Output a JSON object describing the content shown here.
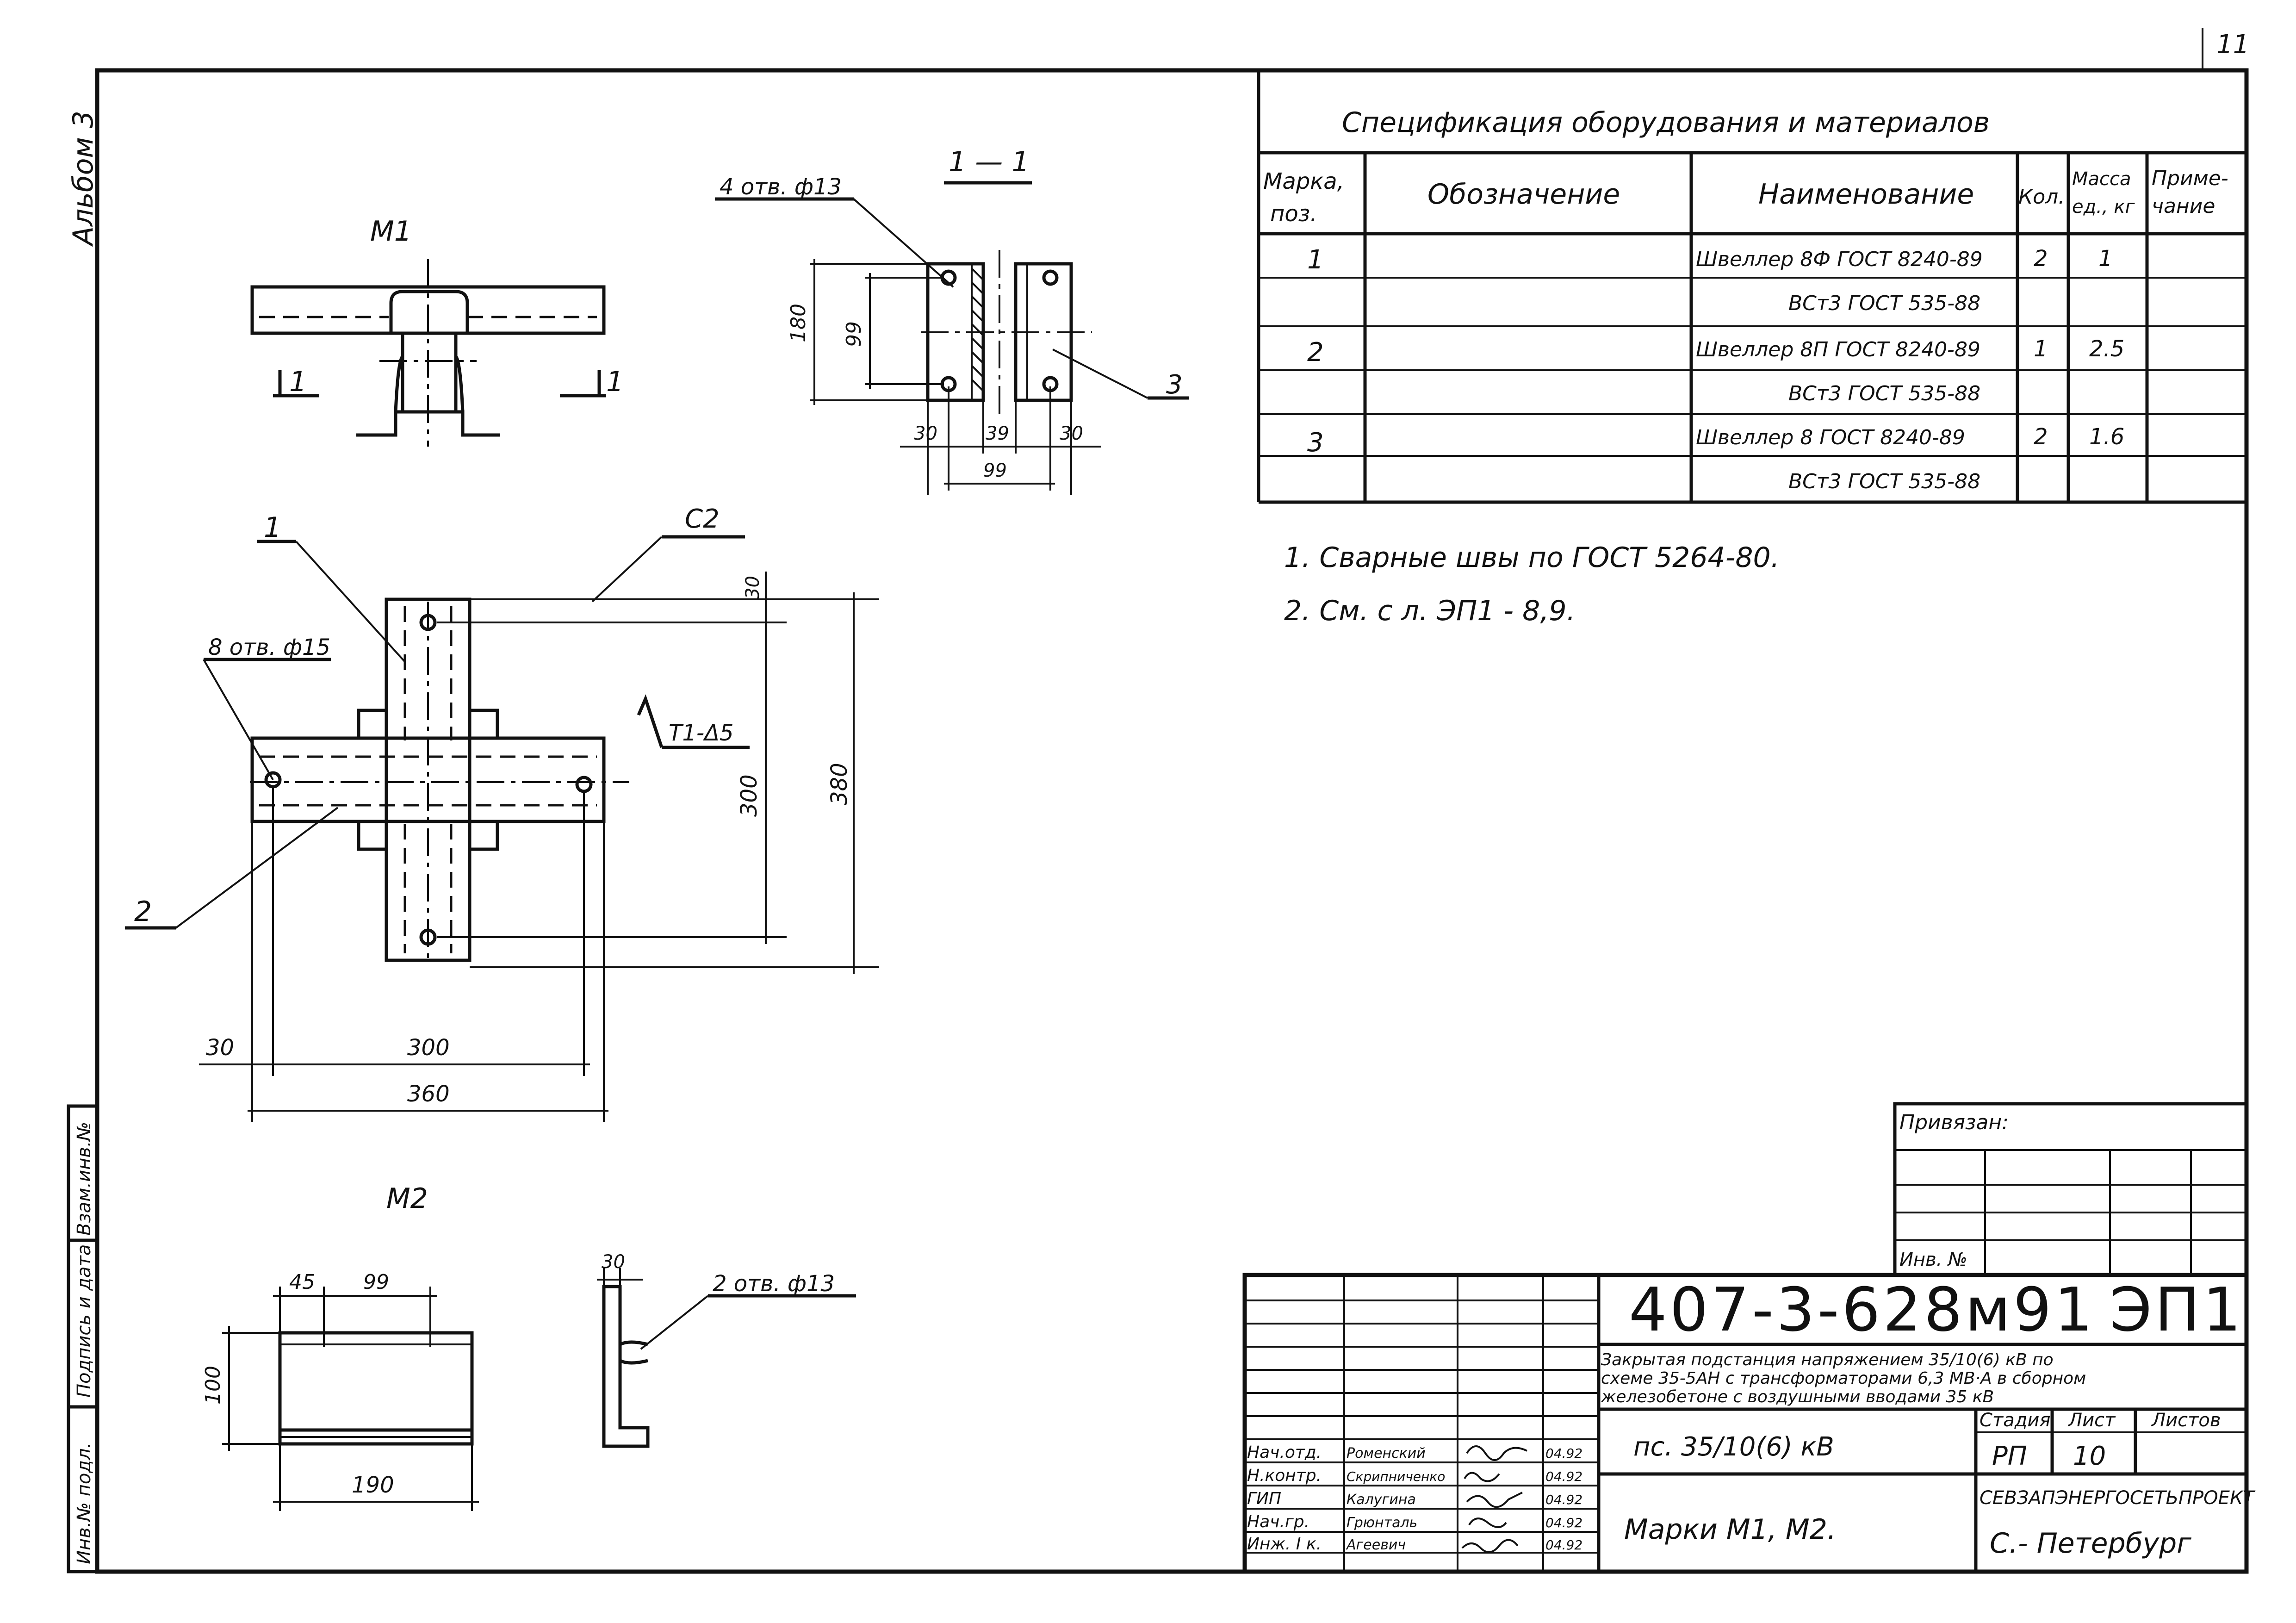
{
  "page_number": "11",
  "album_label": "Альбом 3",
  "side_stamp": [
    "Инв.№ подл.",
    "Подпись и дата",
    "Взам.инв.№"
  ],
  "spec": {
    "title": "Спецификация оборудования и материалов",
    "headers": {
      "mark_1": "Марка,",
      "mark_2": "поз.",
      "designation": "Обозначение",
      "name": "Наименование",
      "qty": "Кол.",
      "mass_1": "Масса",
      "mass_2": "ед., кг",
      "note_1": "Приме-",
      "note_2": "чание"
    },
    "rows": [
      {
        "mark": "1",
        "name": "Швеллер 8Ф ГОСТ 8240-89",
        "qty": "2",
        "mass": "1"
      },
      {
        "mark": "",
        "name": "ВСт3 ГОСТ 535-88",
        "qty": "",
        "mass": ""
      },
      {
        "mark": "2",
        "name": "Швеллер 8П ГОСТ 8240-89",
        "qty": "1",
        "mass": "2.5"
      },
      {
        "mark": "",
        "name": "ВСт3 ГОСТ 535-88",
        "qty": "",
        "mass": ""
      },
      {
        "mark": "3",
        "name": "Швеллер 8 ГОСТ 8240-89",
        "qty": "2",
        "mass": "1.6"
      },
      {
        "mark": "",
        "name": "ВСт3 ГОСТ 535-88",
        "qty": "",
        "mass": ""
      }
    ]
  },
  "notes": [
    "1. Сварные швы по ГОСТ 5264-80.",
    "2. См. с л. ЭП1 - 8,9."
  ],
  "drawing": {
    "m1_title": "М1",
    "section_label": "1 — 1",
    "section_mark": "1",
    "m2_title": "М2",
    "holes_4": "4 отв. ф13",
    "holes_8": "8 отв. ф15",
    "holes_2": "2 отв. ф13",
    "weld_c2": "С2",
    "weld_t1": "Т1-Δ5",
    "pos_1": "1",
    "pos_2": "2",
    "pos_3": "3",
    "dims": {
      "d180": "180",
      "d99a": "99",
      "d30a": "30",
      "d39": "39",
      "d30b": "30",
      "d99b": "99",
      "d30c": "30",
      "d300v": "300",
      "d380": "380",
      "d30h": "30",
      "d300h": "300",
      "d360": "360",
      "d45": "45",
      "d99c": "99",
      "d100": "100",
      "d190": "190",
      "d30d": "30"
    }
  },
  "title_block": {
    "attached": "Привязан:",
    "inv_no": "Инв. №",
    "doc_code": "407-3-628м91",
    "doc_suffix": "ЭП1",
    "project_lines": [
      "Закрытая подстанция напряжением 35/10(6) кВ по",
      "схеме 35-5АН с трансформаторами 6,3 МВ·А в сборном",
      "железобетоне с воздушными вводами 35 кВ"
    ],
    "object": "пс. 35/10(6) кВ",
    "sheet_name": "Марки М1, М2.",
    "stage_label": "Стадия",
    "sheet_label": "Лист",
    "sheets_label": "Листов",
    "stage": "РП",
    "sheet": "10",
    "sheets": "",
    "org": "СЕВЗАПЭНЕРГОСЕТЬПРОЕКТ",
    "city": "С.- Петербург",
    "signatures": [
      {
        "role": "Нач.отд.",
        "name": "Роменский",
        "date": "04.92"
      },
      {
        "role": "Н.контр.",
        "name": "Скрипниченко",
        "date": "04.92"
      },
      {
        "role": "ГИП",
        "name": "Калугина",
        "date": "04.92"
      },
      {
        "role": "Нач.гр.",
        "name": "Грюнталь",
        "date": "04.92"
      },
      {
        "role": "Инж. I к.",
        "name": "Агеевич",
        "date": "04.92"
      }
    ]
  }
}
